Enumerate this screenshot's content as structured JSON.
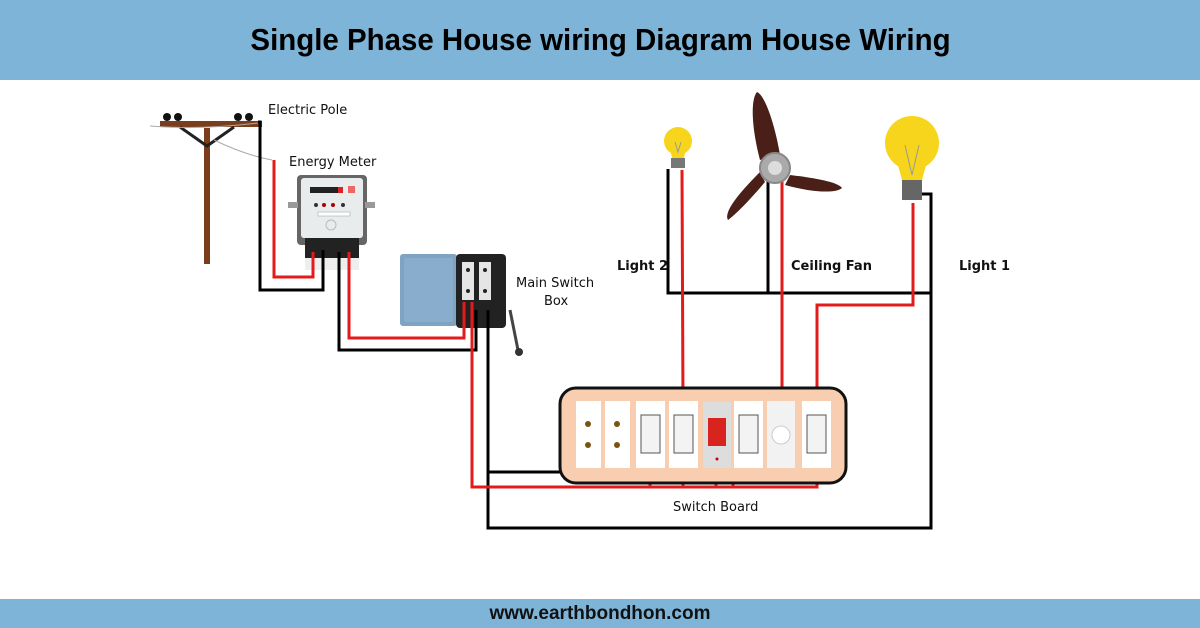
{
  "header": {
    "title": "Single Phase House wiring Diagram House Wiring"
  },
  "footer": {
    "url": "www.earthbondhon.com"
  },
  "labels": {
    "electric_pole": "Electric Pole",
    "energy_meter": "Energy Meter",
    "main_switch_line1": "Main Switch",
    "main_switch_line2": "Box",
    "light2": "Light 2",
    "ceiling_fan": "Ceiling Fan",
    "light1": "Light 1",
    "switch_board": "Switch Board"
  },
  "switch_board": {
    "modules": [
      {
        "type": "socket"
      },
      {
        "type": "socket"
      },
      {
        "type": "switch"
      },
      {
        "type": "switch"
      },
      {
        "type": "indicator-switch"
      },
      {
        "type": "switch"
      },
      {
        "type": "fan-regulator"
      },
      {
        "type": "switch"
      }
    ]
  },
  "colors": {
    "banner": "#7db4d8",
    "phase_wire": "#e31b1b",
    "neutral_wire": "#000000",
    "board_fill": "#f8cdb0",
    "pole": "#7a3e1c",
    "fan_blade": "#4a1f18",
    "bulb": "#f7d51d"
  }
}
